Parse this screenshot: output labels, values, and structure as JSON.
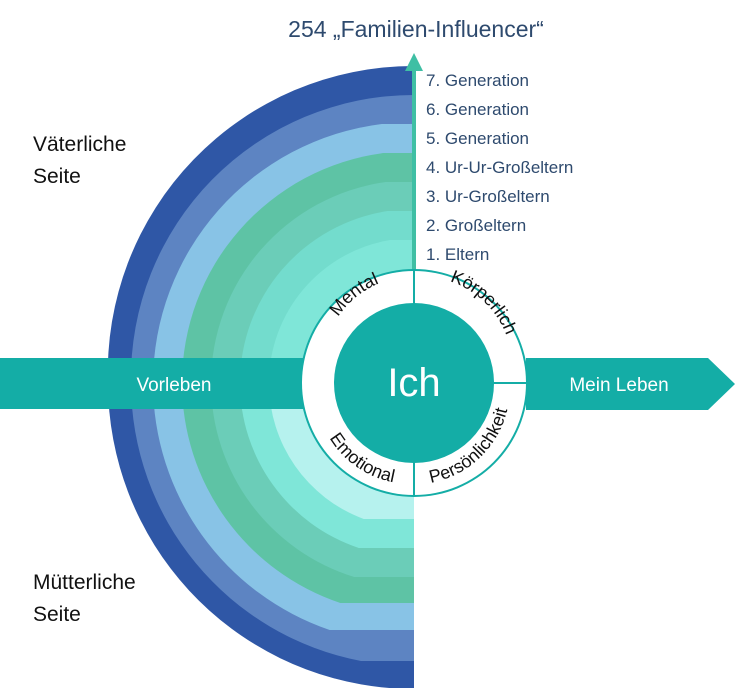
{
  "title": "254 „Familien-Influencer“",
  "sides": {
    "paternal_line1": "Väterliche",
    "paternal_line2": "Seite",
    "maternal_line1": "Mütterliche",
    "maternal_line2": "Seite"
  },
  "generations": [
    "1. Eltern",
    "2. Großeltern",
    "3. Ur-Großeltern",
    "4. Ur-Ur-Großeltern",
    "5. Generation",
    "6. Generation",
    "7. Generation"
  ],
  "center": {
    "label": "Ich"
  },
  "segments": {
    "top_left": "Mental",
    "top_right": "Körperlich",
    "bottom_left": "Emotional",
    "bottom_right": "Persönlichkeit"
  },
  "arrow": {
    "left_label": "Vorleben",
    "right_label": "Mein Leben"
  },
  "colors": {
    "paternal_rings": [
      "#7fe6d8",
      "#73dccd",
      "#6bcdb8",
      "#5ec3a5",
      "#88c3e6",
      "#5d84c2",
      "#2f57a6"
    ],
    "maternal_rings": [
      "#b6f2ee",
      "#7fe6d8",
      "#6bcdb8",
      "#5ec3a5",
      "#88c3e6",
      "#5d84c2",
      "#2f57a6"
    ],
    "teal": "#14ada6",
    "arrow_teal": "#3fbfa4",
    "title_blue": "#2e4a6e"
  }
}
